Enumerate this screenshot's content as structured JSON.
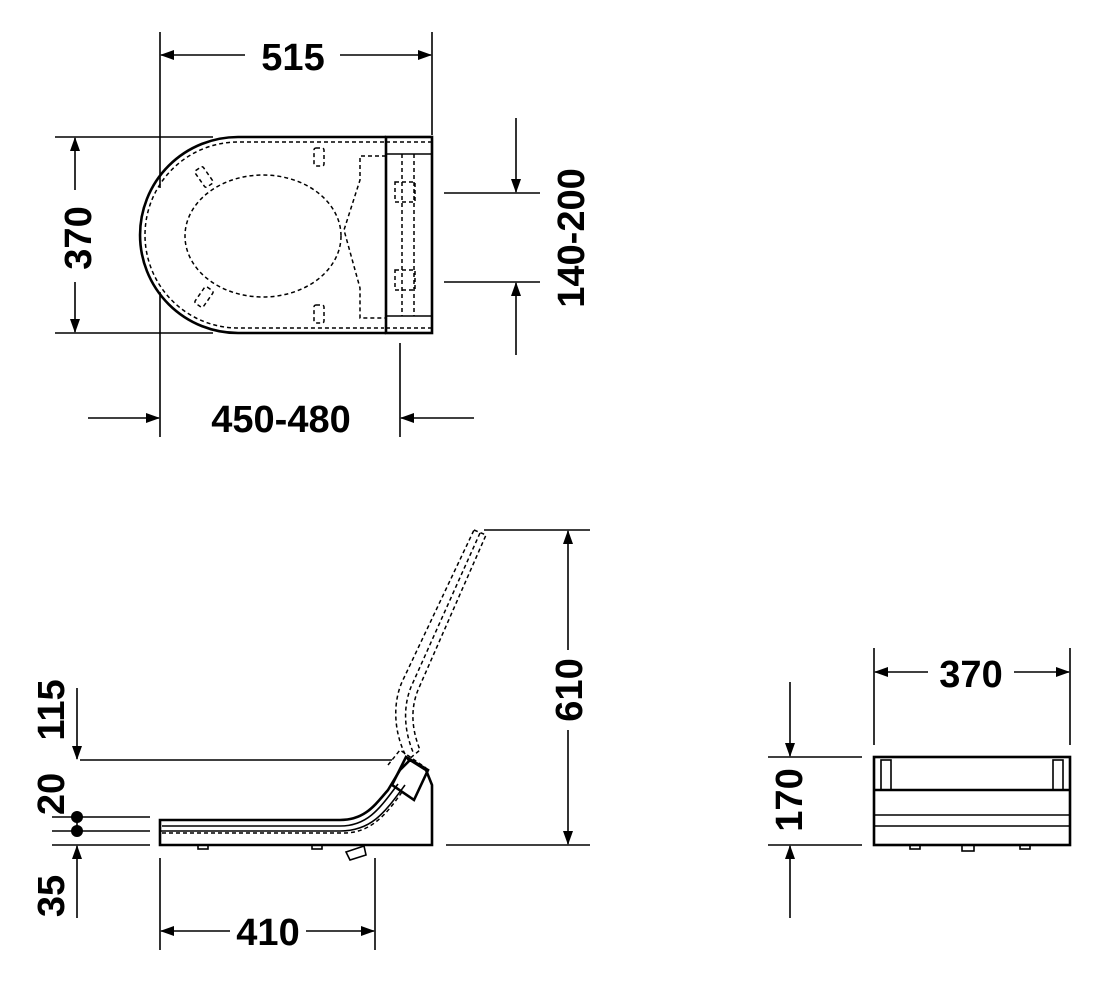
{
  "top_view": {
    "width_dim": "515",
    "height_dim": "370",
    "mount_dim": "140-200",
    "depth_dim": "450-480"
  },
  "side_view": {
    "lid_height_dim": "610",
    "height_115": "115",
    "height_20": "20",
    "height_35": "35",
    "length_dim": "410"
  },
  "front_view": {
    "width_dim": "370",
    "height_dim": "170"
  }
}
